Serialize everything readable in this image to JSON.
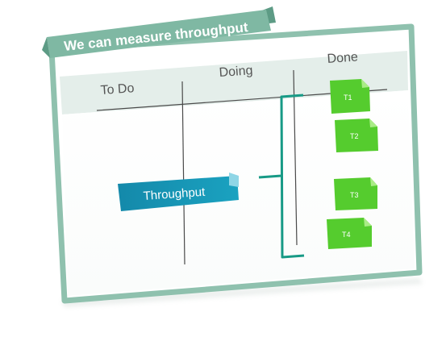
{
  "title": "We can measure throughput",
  "columns": [
    "To Do",
    "Doing",
    "Done"
  ],
  "throughput_label": "Throughput",
  "tickets": [
    "T1",
    "T2",
    "T3",
    "T4"
  ],
  "colors": {
    "title_banner": "#7fb8a3",
    "frame_border": "#8fc1ae",
    "header_band": "#e6f0ec",
    "bracket": "#179a86",
    "throughput_tag": "#1694b3",
    "ticket": "#55cc2e",
    "ticket_fold": "#a9ec86"
  }
}
